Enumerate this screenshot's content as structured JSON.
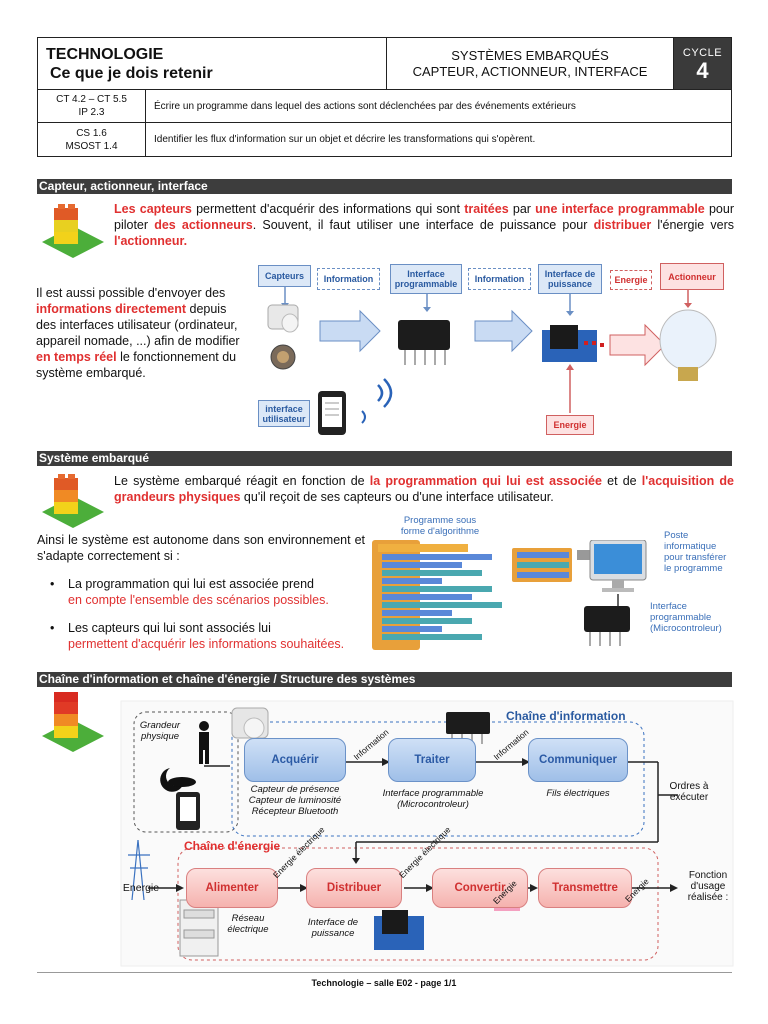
{
  "header": {
    "title": "TECHNOLOGIE",
    "subtitle": "Ce que je dois retenir",
    "topic1": "SYSTÈMES EMBARQUÉS",
    "topic2": "CAPTEUR, ACTIONNEUR, INTERFACE",
    "cycle_label": "CYCLE",
    "cycle_num": "4",
    "rows": [
      {
        "code1": "CT 4.2 – CT 5.5",
        "code2": "IP 2.3",
        "desc": "Écrire un programme dans lequel des actions sont déclenchées par des événements extérieurs"
      },
      {
        "code1": "CS 1.6",
        "code2": "MSOST 1.4",
        "desc": "Identifier les flux d'information sur un objet et décrire les transformations qui s'opèrent."
      }
    ]
  },
  "section1": {
    "bar": "Capteur, actionneur, interface",
    "p1": {
      "a": "Les capteurs",
      "b": " permettent d'acquérir des informations qui sont ",
      "c": "traitées",
      "d": " par ",
      "e": "une interface programmable",
      "f": " pour piloter ",
      "g": "des actionneurs",
      "h": ". Souvent, il faut utiliser une interface de puissance pour ",
      "i": "distribuer",
      "j": " l'énergie vers ",
      "k": "l'actionneur."
    },
    "p2": {
      "a": "Il est aussi possible d'envoyer des ",
      "b": "informations directement",
      "c": " depuis des interfaces utilisateur (ordinateur, appareil nomade, ...) afin de modifier ",
      "d": "en temps réel",
      "e": " le fonctionnement du système embarqué."
    },
    "diagram": {
      "capteurs": "Capteurs",
      "information1": "Information",
      "interface_prog": "Interface programmable",
      "information2": "Information",
      "interface_puis": "Interface de puissance",
      "energie1": "Energie",
      "actionneur": "Actionneur",
      "interface_util": "interface utilisateur",
      "energie2": "Energie"
    }
  },
  "section2": {
    "bar": "Système embarqué",
    "p1": {
      "a": "Le système embarqué réagit en fonction de ",
      "b": "la programmation qui lui est associée",
      "c": " et de ",
      "d": "l'acquisition de grandeurs physiques",
      "e": " qu'il reçoit de ses capteurs ou d'une interface utilisateur."
    },
    "p2": "Ainsi le système est autonome dans son environnement et s'adapte correctement si :",
    "bullet1a": "La programmation qui lui est associée prend",
    "bullet1b": "en compte l'ensemble des scénarios possibles.",
    "bullet2a": "Les capteurs qui lui sont associés lui",
    "bullet2b": "permettent d'acquérir les informations souhaitées.",
    "diagram": {
      "prog": "Programme sous forme d'algorithme",
      "poste": "Poste informatique pour transférer le programme",
      "interface": "Interface programmable (Microcontroleur)"
    }
  },
  "section3": {
    "bar": "Chaîne d'information et chaîne d'énergie / Structure des systèmes",
    "chain_info": "Chaîne d'information",
    "chain_energie": "Chaîne d'énergie",
    "grandeur": "Grandeur physique",
    "acquerir": "Acquérir",
    "traiter": "Traiter",
    "communiquer": "Communiquer",
    "information": "Information",
    "acq_cap": "Capteur de présence\nCapteur de luminosité\nRécepteur Bluetooth",
    "traiter_cap": "Interface programmable (Microcontroleur)",
    "comm_cap": "Fils électriques",
    "ordres": "Ordres à exécuter",
    "energie": "Energie",
    "alimenter": "Alimenter",
    "distribuer": "Distribuer",
    "convertir": "Convertir",
    "transmettre": "Transmettre",
    "energie_elec": "Energie électrique",
    "energie_short": "Energie",
    "reseau": "Réseau électrique",
    "interface_puis": "Interface de puissance",
    "fonction": "Fonction d'usage réalisée :"
  },
  "footer": "Technologie – salle E02 - page 1/1",
  "colors": {
    "accent_red": "#e03030",
    "accent_blue": "#2a5aa0",
    "bar": "#3d3d3d"
  }
}
